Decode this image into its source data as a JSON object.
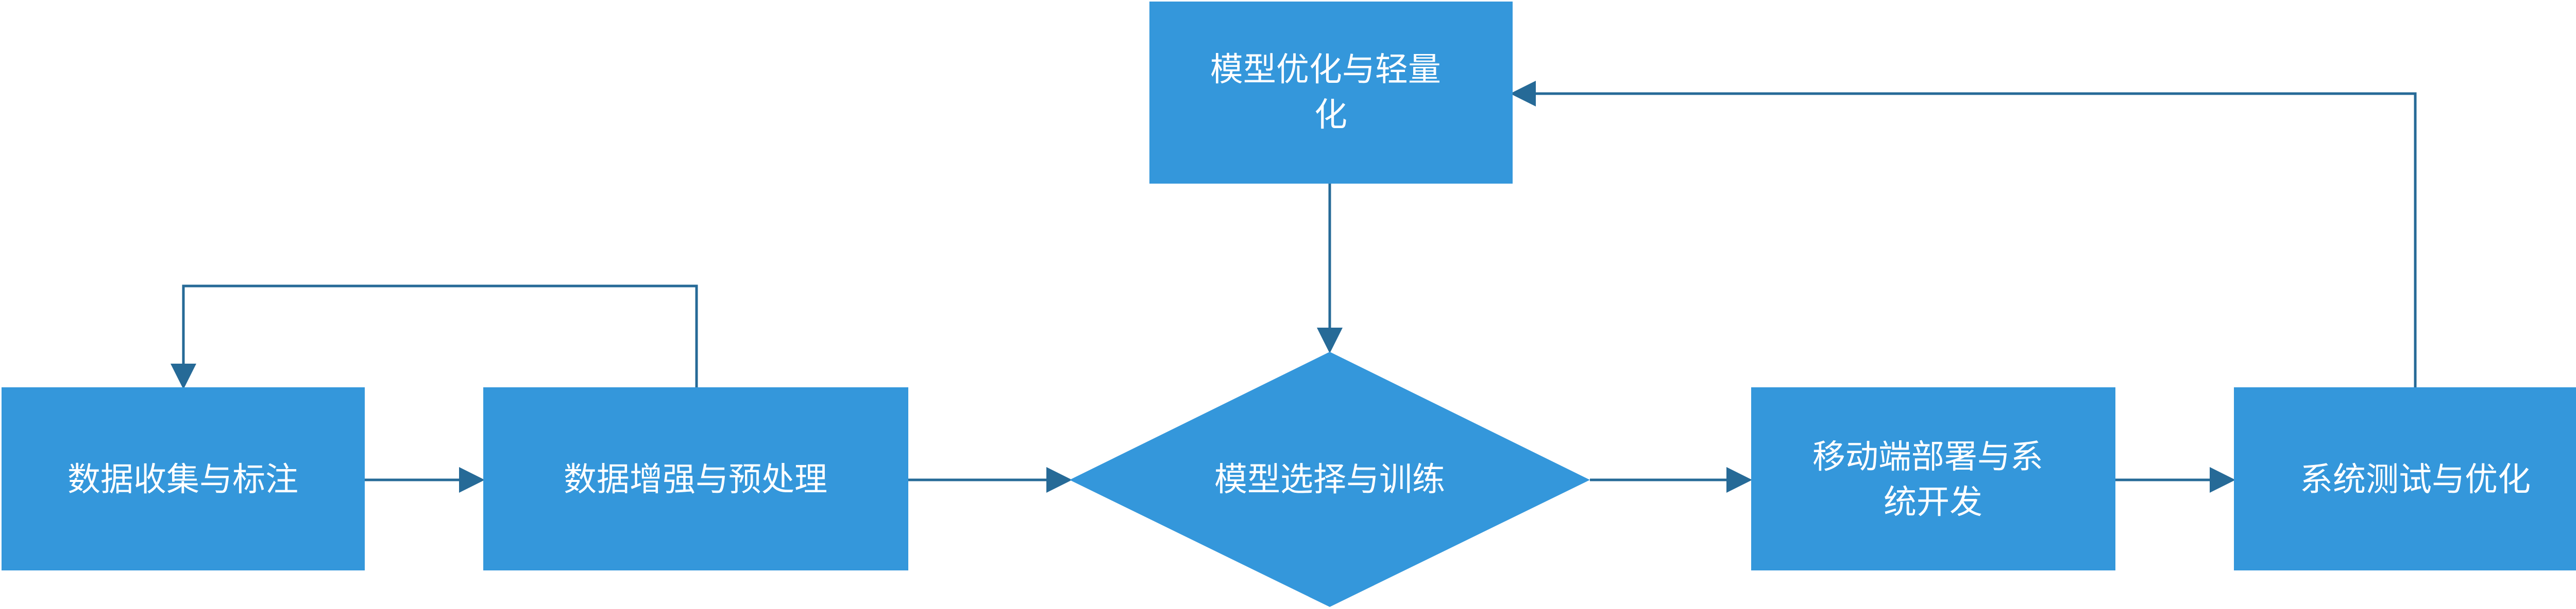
{
  "diagram": {
    "colors": {
      "node_fill": "#3497db",
      "connector": "#266a97",
      "label_text": "#ffffff"
    },
    "nodes": {
      "collect": {
        "lines": [
          "数据收集与标注"
        ]
      },
      "augment": {
        "lines": [
          "数据增强与预处理"
        ]
      },
      "train": {
        "lines": [
          "模型选择与训练"
        ]
      },
      "optimize": {
        "lines": [
          "模型优化与轻量",
          "化"
        ]
      },
      "deploy": {
        "lines": [
          "移动端部署与系",
          "统开发"
        ]
      },
      "test": {
        "lines": [
          "系统测试与优化"
        ]
      }
    }
  }
}
